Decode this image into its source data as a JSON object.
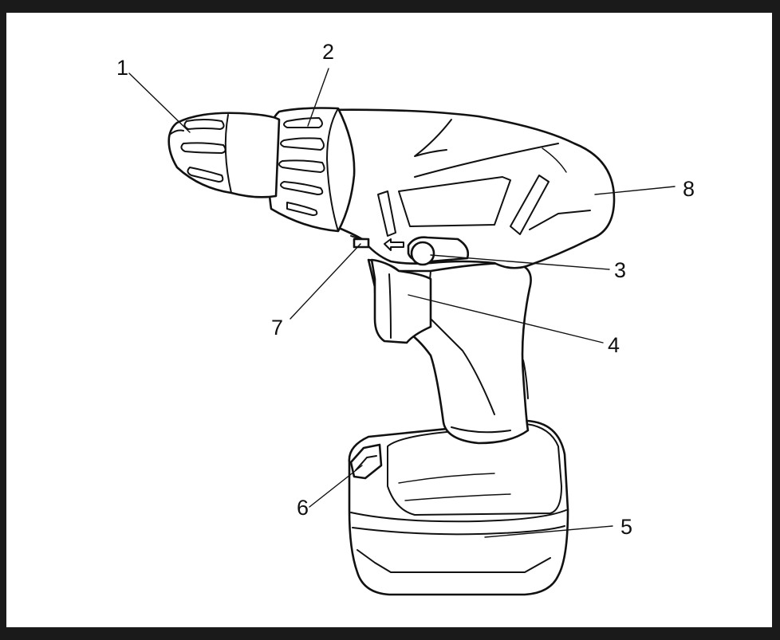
{
  "callouts": [
    {
      "id": "1",
      "label": "1"
    },
    {
      "id": "2",
      "label": "2"
    },
    {
      "id": "3",
      "label": "3"
    },
    {
      "id": "4",
      "label": "4"
    },
    {
      "id": "5",
      "label": "5"
    },
    {
      "id": "6",
      "label": "6"
    },
    {
      "id": "7",
      "label": "7"
    },
    {
      "id": "8",
      "label": "8"
    }
  ],
  "colors": {
    "ink": "#111111",
    "frame": "#1a1a1a",
    "paper": "#ffffff"
  }
}
